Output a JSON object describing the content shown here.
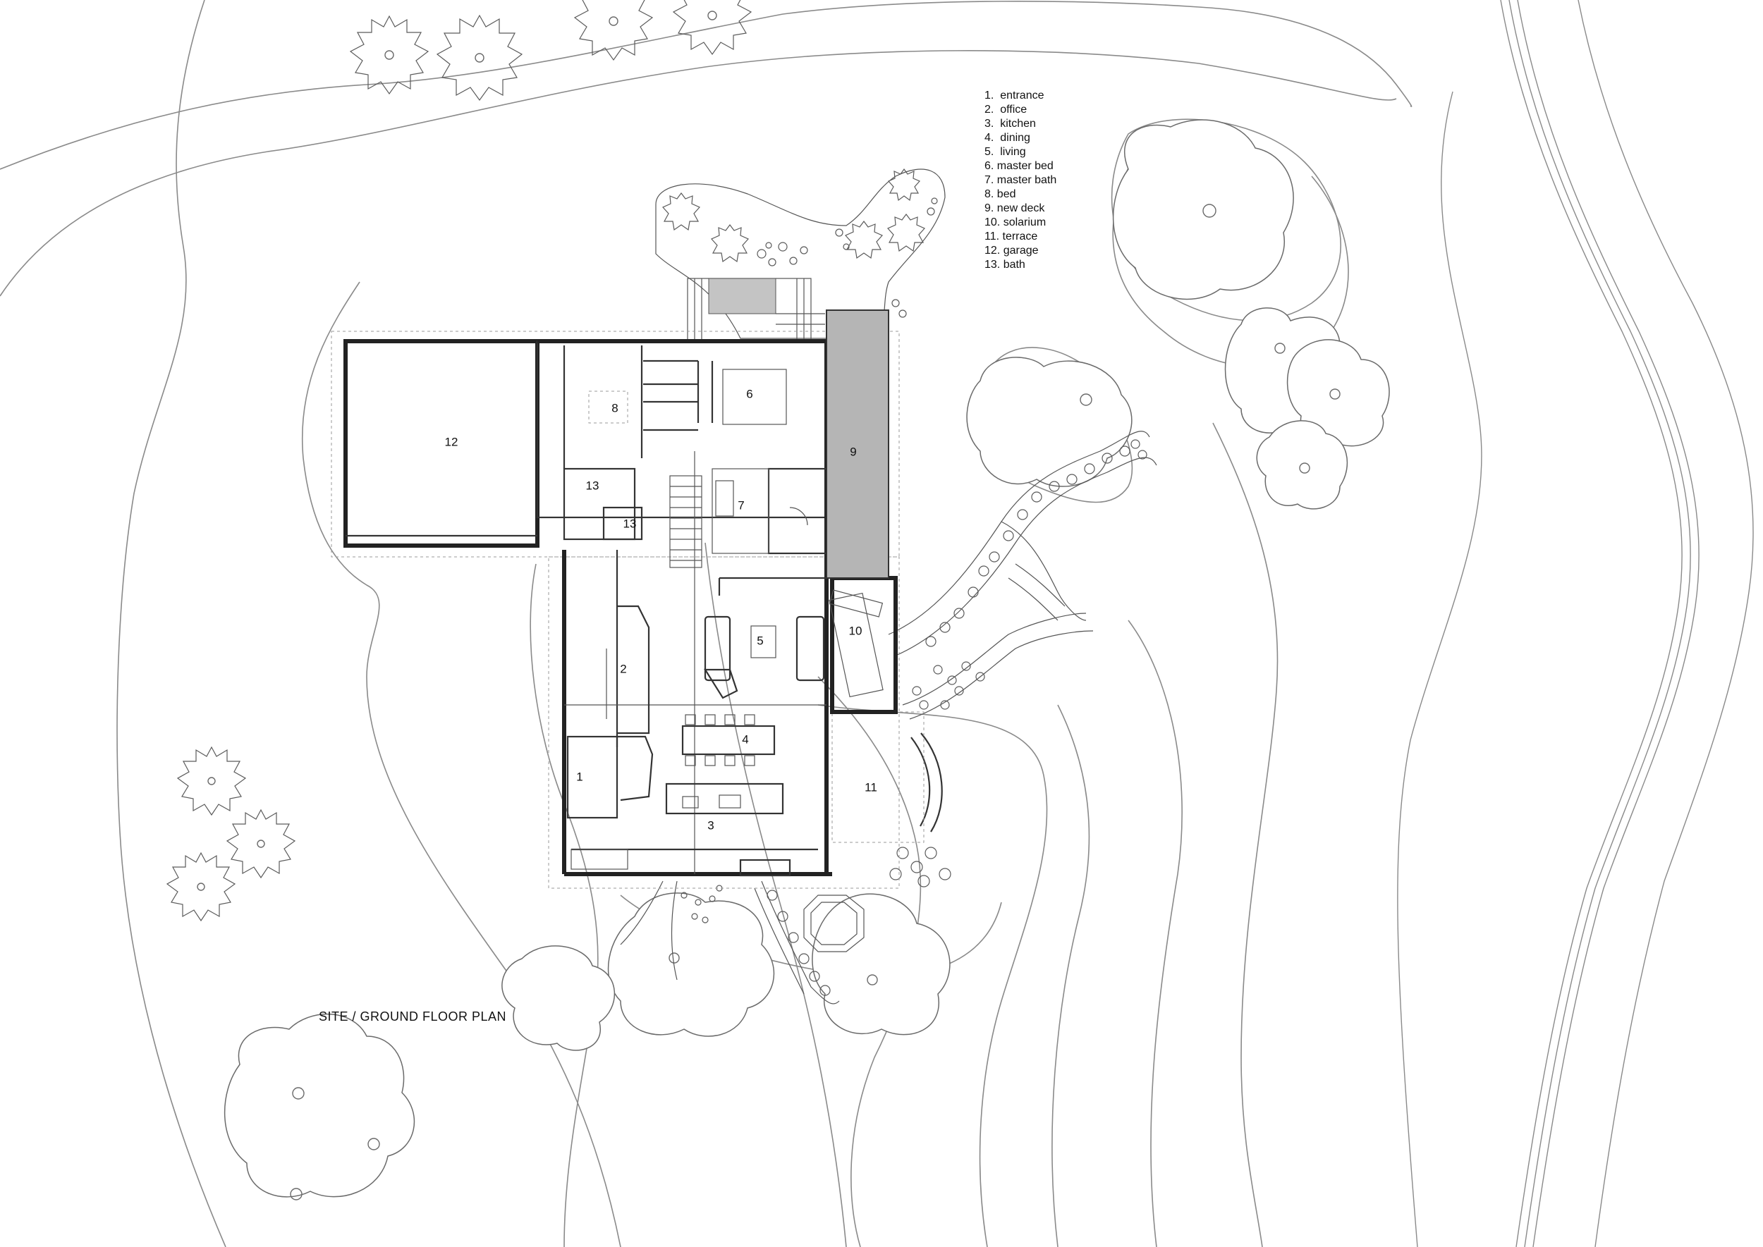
{
  "title": "SITE / GROUND FLOOR PLAN",
  "legend": [
    "1.  entrance",
    "2.  office",
    "3.  kitchen",
    "4.  dining",
    "5.  living",
    "6. master bed",
    "7. master bath",
    "8. bed",
    "9. new deck",
    "10. solarium",
    "11. terrace",
    "12. garage",
    "13. bath"
  ],
  "rooms": {
    "entrance": "1",
    "office": "2",
    "kitchen": "3",
    "dining": "4",
    "living": "5",
    "master_bed": "6",
    "master_bath": "7",
    "bed": "8",
    "new_deck": "9",
    "solarium": "10",
    "terrace": "11",
    "garage": "12",
    "bath_a": "13",
    "bath_b": "13"
  }
}
